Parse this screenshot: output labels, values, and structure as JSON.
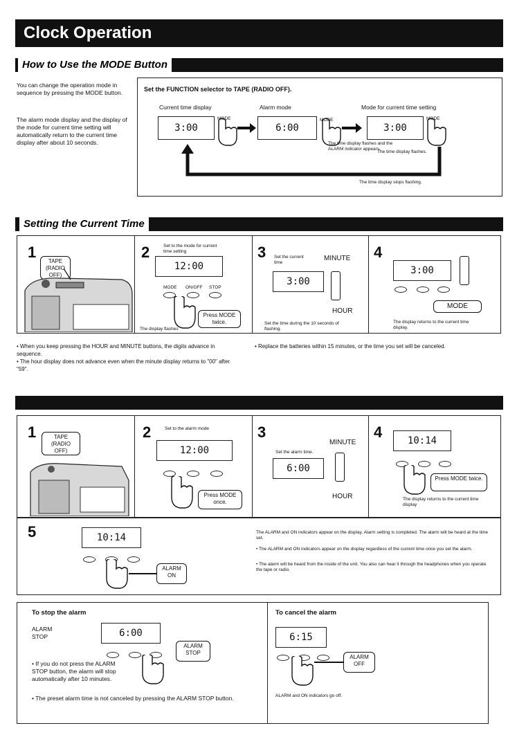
{
  "page": {
    "title": "Clock Operation"
  },
  "mode_section": {
    "heading": "How to Use the MODE Button",
    "intro_1": "You can change the operation mode in sequence by pressing the MODE button.",
    "intro_2": "The alarm mode display and the display of the mode for current time setting will automatically return to the current time display after about 10 seconds.",
    "instruction": "Set the FUNCTION selector to TAPE (RADIO OFF).",
    "col1_label": "Current time display",
    "col2_label": "Alarm mode",
    "col3_label": "Mode for current time setting",
    "lcd1": "3:00",
    "lcd2": "6:00",
    "lcd3": "3:00",
    "mode_label": "MODE",
    "note2": "The time display flashes and the ALARM indicator appears.",
    "note3": "The time display flashes.",
    "note_bottom": "The time display stops flashing."
  },
  "current_time_section": {
    "heading": "Setting the Current Time",
    "step1_num": "1",
    "step1_label": "TAPE (RADIO OFF)",
    "step2_num": "2",
    "step2_caption": "Set to the mode for current time setting",
    "step2_lcd": "12:00",
    "step2_callout": "Press MODE twice.",
    "step2_note": "The display flashes",
    "step3_num": "3",
    "step3_caption": "Set the current time",
    "step3_lcd": "3:00",
    "minute_label": "MINUTE",
    "hour_label": "HOUR",
    "step3_note": "Set the time during the 10 seconds of flashing.",
    "step4_num": "4",
    "step4_lcd": "3:00",
    "step4_callout": "MODE",
    "step4_note": "The display returns to the current time display.",
    "bullet1": "When you keep pressing the HOUR and MINUTE buttons, the digits advance in sequence.",
    "bullet2": "The hour display does not advance even when the minute display returns to \"00\" after \"59\".",
    "bullet3": "Replace the batteries within 15 minutes, or the time you set will be canceled.",
    "btn_mode": "MODE",
    "btn_onoff": "ON/OFF",
    "btn_stop": "STOP"
  },
  "alarm_section": {
    "step1_num": "1",
    "step1_label": "TAPE (RADIO OFF)",
    "step2_num": "2",
    "step2_caption": "Set to the alarm mode",
    "step2_lcd": "12:00",
    "step2_callout": "Press MODE once.",
    "step3_num": "3",
    "step3_caption": "Set the alarm time.",
    "step3_lcd": "6:00",
    "minute_label": "MINUTE",
    "hour_label": "HOUR",
    "step4_num": "4",
    "step4_lcd": "10:14",
    "step4_callout": "Press MODE twice.",
    "step4_note": "The display returns to the current time display",
    "step5_num": "5",
    "step5_lcd": "10:14",
    "step5_callout": "ALARM ON",
    "step5_text1": "The ALARM and ON indicators appear on the display. Alarm setting is completed. The alarm will be heard at the time set.",
    "step5_bullet1": "The ALARM and ON indicators appear on the display regardless of the current time once you set the alarm.",
    "step5_bullet2": "The alarm will be heard from the inside of the unit. You also can hear it through the headphones when you operate the tape or radio."
  },
  "stop_alarm": {
    "heading": "To stop the alarm",
    "label": "ALARM STOP",
    "lcd": "6:00",
    "callout": "ALARM STOP",
    "bullet1": "If you do not press the ALARM STOP button, the alarm will stop automatically after 10 minutes.",
    "bullet2": "The preset alarm time is not canceled by pressing the ALARM STOP button."
  },
  "cancel_alarm": {
    "heading": "To cancel the alarm",
    "lcd": "6:15",
    "callout": "ALARM OFF",
    "note": "ALARM and ON indicators go off."
  }
}
